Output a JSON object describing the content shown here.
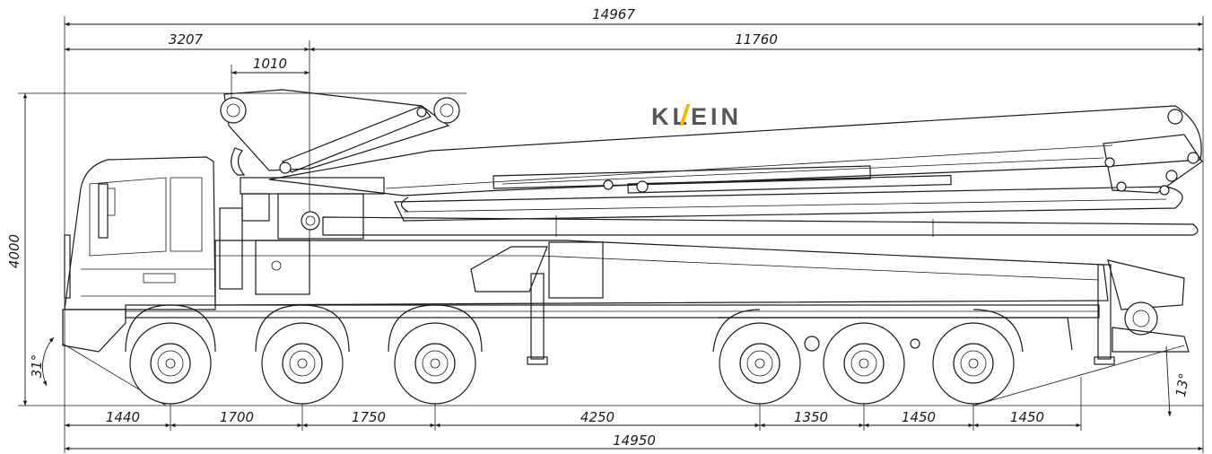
{
  "brand": {
    "name": "KLEIN",
    "accent": "#f2b800"
  },
  "dimensions": {
    "overall_top": "14967",
    "rear_overhang": "3207",
    "boom_reach": "11760",
    "pivot_offset": "1010",
    "height": "4000",
    "approach_angle": "31°",
    "departure_angle": "13°",
    "overall_bottom": "14950",
    "wheelbase": [
      "1440",
      "1700",
      "1750",
      "4250",
      "1350",
      "1450",
      "1450"
    ]
  }
}
